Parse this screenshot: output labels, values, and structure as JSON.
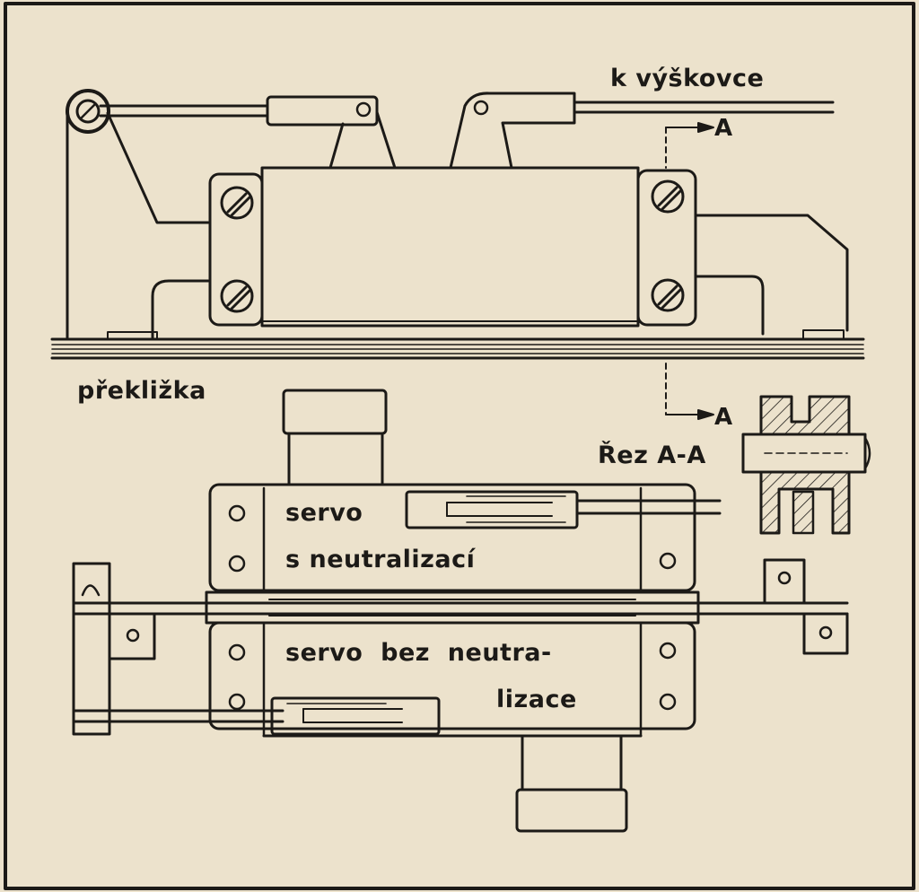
{
  "labels": {
    "to_elevator": "k výškovce",
    "section_marker_top": "A",
    "section_marker_bottom": "A",
    "plywood": "překližka",
    "section_title": "Řez A-A",
    "servo_upper_line1": "servo",
    "servo_upper_line2": "s neutralizací",
    "servo_lower_line1": "servo  bez  neutra-",
    "servo_lower_line2": "lizace"
  },
  "colors": {
    "paper": "#ece2cc",
    "ink": "#1c1a17"
  }
}
